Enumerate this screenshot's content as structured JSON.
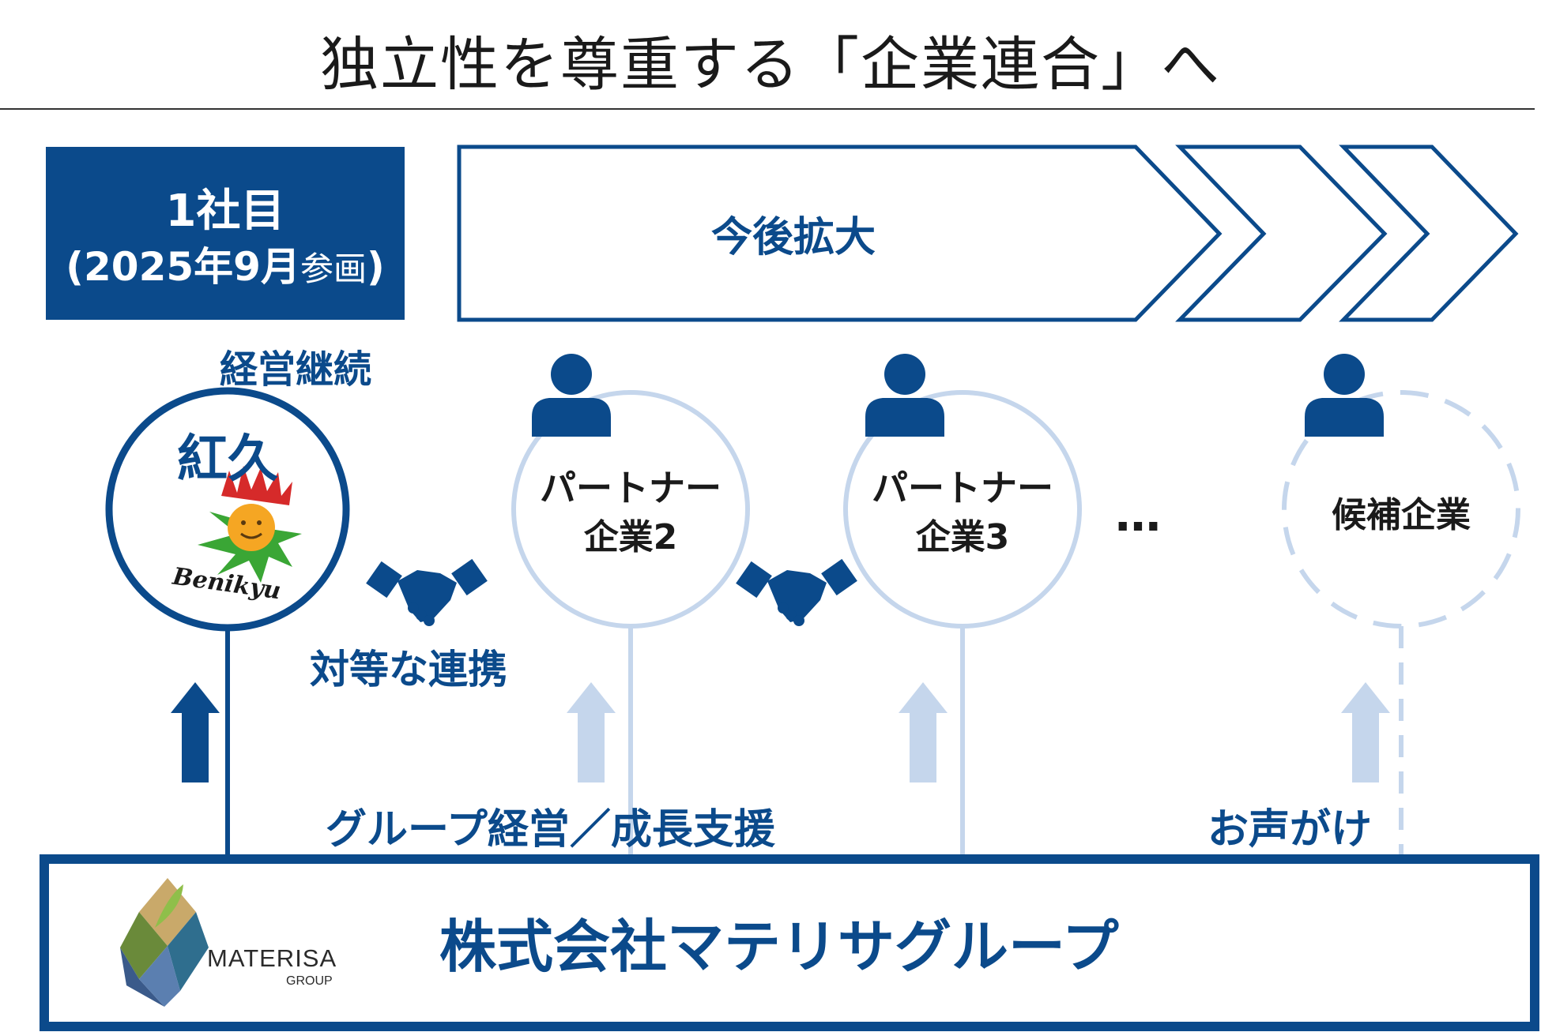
{
  "title": "独立性を尊重する「企業連合」へ",
  "first_company": {
    "line1": "1社目",
    "line2_main": "(2025年9月",
    "line2_small": "参画",
    "line2_end": ")"
  },
  "expansion_label": "今後拡大",
  "benikyu": {
    "continuation_label": "経営継続",
    "name": "紅久",
    "logo_text": "Benikyu"
  },
  "partners": [
    {
      "line1": "パートナー",
      "line2": "企業2"
    },
    {
      "line1": "パートナー",
      "line2": "企業3"
    }
  ],
  "ellipsis": "…",
  "candidate_label": "候補企業",
  "equal_partnership_label": "対等な連携",
  "group_support_label": "グループ経営／成長支援",
  "outreach_label": "お声がけ",
  "group_company": {
    "name": "株式会社マテリサグループ",
    "logo_name": "MATERISA",
    "logo_sub": "GROUP"
  },
  "colors": {
    "primary": "#0b4a8b",
    "light": "#c5d6ec",
    "text": "#1a1a1a"
  }
}
